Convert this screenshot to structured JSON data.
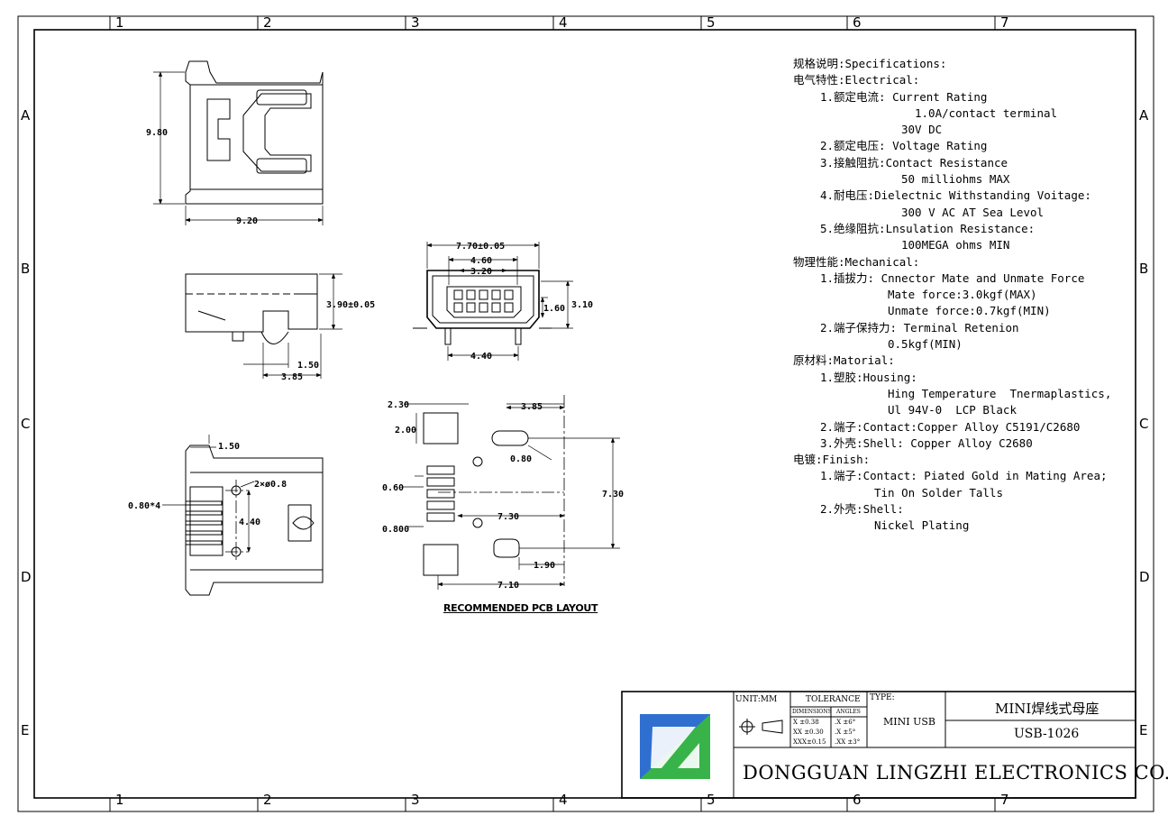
{
  "frame": {
    "columns": [
      "1",
      "2",
      "3",
      "4",
      "5",
      "6",
      "7"
    ],
    "rows": [
      "A",
      "B",
      "C",
      "D",
      "E"
    ]
  },
  "specifications": [
    {
      "indent": 0,
      "text": "规格说明:Specifications:"
    },
    {
      "indent": 0,
      "text": "电气特性:Electrical:"
    },
    {
      "indent": 2,
      "text": "1.额定电流: Current Rating"
    },
    {
      "indent": 9,
      "text": "1.0A/contact terminal"
    },
    {
      "indent": 8,
      "text": "30V DC"
    },
    {
      "indent": 2,
      "text": "2.额定电压: Voltage Rating"
    },
    {
      "indent": 2,
      "text": "3.接触阻抗:Contact Resistance"
    },
    {
      "indent": 8,
      "text": "50 milliohms MAX"
    },
    {
      "indent": 2,
      "text": "4.耐电压:Dielectnic Withstanding Voitage:"
    },
    {
      "indent": 8,
      "text": "300 V AC AT Sea Levol"
    },
    {
      "indent": 2,
      "text": "5.绝缘阻抗:Lnsulation Resistance:"
    },
    {
      "indent": 8,
      "text": "100MEGA ohms MIN"
    },
    {
      "indent": 0,
      "text": "物理性能:Mechanical:"
    },
    {
      "indent": 2,
      "text": "1.插拔力: Cnnector Mate and Unmate Force"
    },
    {
      "indent": 7,
      "text": "Mate force:3.0kgf(MAX)"
    },
    {
      "indent": 7,
      "text": "Unmate force:0.7kgf(MIN)"
    },
    {
      "indent": 2,
      "text": "2.端子保持力: Terminal Retenion"
    },
    {
      "indent": 7,
      "text": "0.5kgf(MIN)"
    },
    {
      "indent": 0,
      "text": "原材料:Matorial:"
    },
    {
      "indent": 2,
      "text": "1.塑胶:Housing:"
    },
    {
      "indent": 7,
      "text": "Hing Temperature  Tnermaplastics,"
    },
    {
      "indent": 7,
      "text": "Ul 94V-0  LCP Black"
    },
    {
      "indent": 2,
      "text": "2.端子:Contact:Copper Alloy C5191/C2680"
    },
    {
      "indent": 2,
      "text": "3.外壳:Shell: Copper Alloy C2680"
    },
    {
      "indent": 0,
      "text": "电镀:Finish:"
    },
    {
      "indent": 2,
      "text": "1.端子:Contact: Piated Gold in Mating Area;"
    },
    {
      "indent": 6,
      "text": "Tin On Solder Talls"
    },
    {
      "indent": 2,
      "text": "2.外壳:Shell:"
    },
    {
      "indent": 6,
      "text": "Nickel Plating"
    }
  ],
  "dimensions": {
    "top_height": "9.80",
    "top_width": "9.20",
    "side_height": "3.90±0.05",
    "side_tab": "1.50",
    "side_len": "3.85",
    "front_width": "7.70±0.05",
    "front_inner1": "4.60",
    "front_inner2": "3.20",
    "front_h1": "1.60",
    "front_h2": "3.10",
    "front_bottom": "4.40",
    "bottom_tab": "1.50",
    "bottom_pitch": "0.80*4",
    "bottom_holes": "2×ø0.8",
    "bottom_span": "4.40",
    "pcb_a": "2.30",
    "pcb_b": "2.00",
    "pcb_c": "0.60",
    "pcb_d": "0.800",
    "pcb_e": "3.85",
    "pcb_f": "0.80",
    "pcb_g": "7.30",
    "pcb_h": "7.30",
    "pcb_i": "1.90",
    "pcb_j": "7.10"
  },
  "pcb_caption": "RECOMMENDED PCB LAYOUT",
  "title_block": {
    "unit_label": "UNIT:MM",
    "tolerance_label": "TOLERANCE",
    "dimensions_label": "DIMENSIONS",
    "angles_label": "ANGLES",
    "tol_rows": [
      {
        "d": "X  ±0.38",
        "a": ".X  ±6°"
      },
      {
        "d": "XX ±0.30",
        "a": ".X  ±5°"
      },
      {
        "d": "XXX±0.15",
        "a": ".XX ±3°"
      }
    ],
    "type_label": "TYPE:",
    "type_value": "MINI USB",
    "product_name": "MINI焊线式母座",
    "part_number": "USB-1026",
    "company": "DONGGUAN LINGZHI ELECTRONICS CO.LTD",
    "logo_colors": {
      "blue": "#2f6fd0",
      "green": "#37b34a",
      "teal": "#1f9bb0"
    }
  }
}
